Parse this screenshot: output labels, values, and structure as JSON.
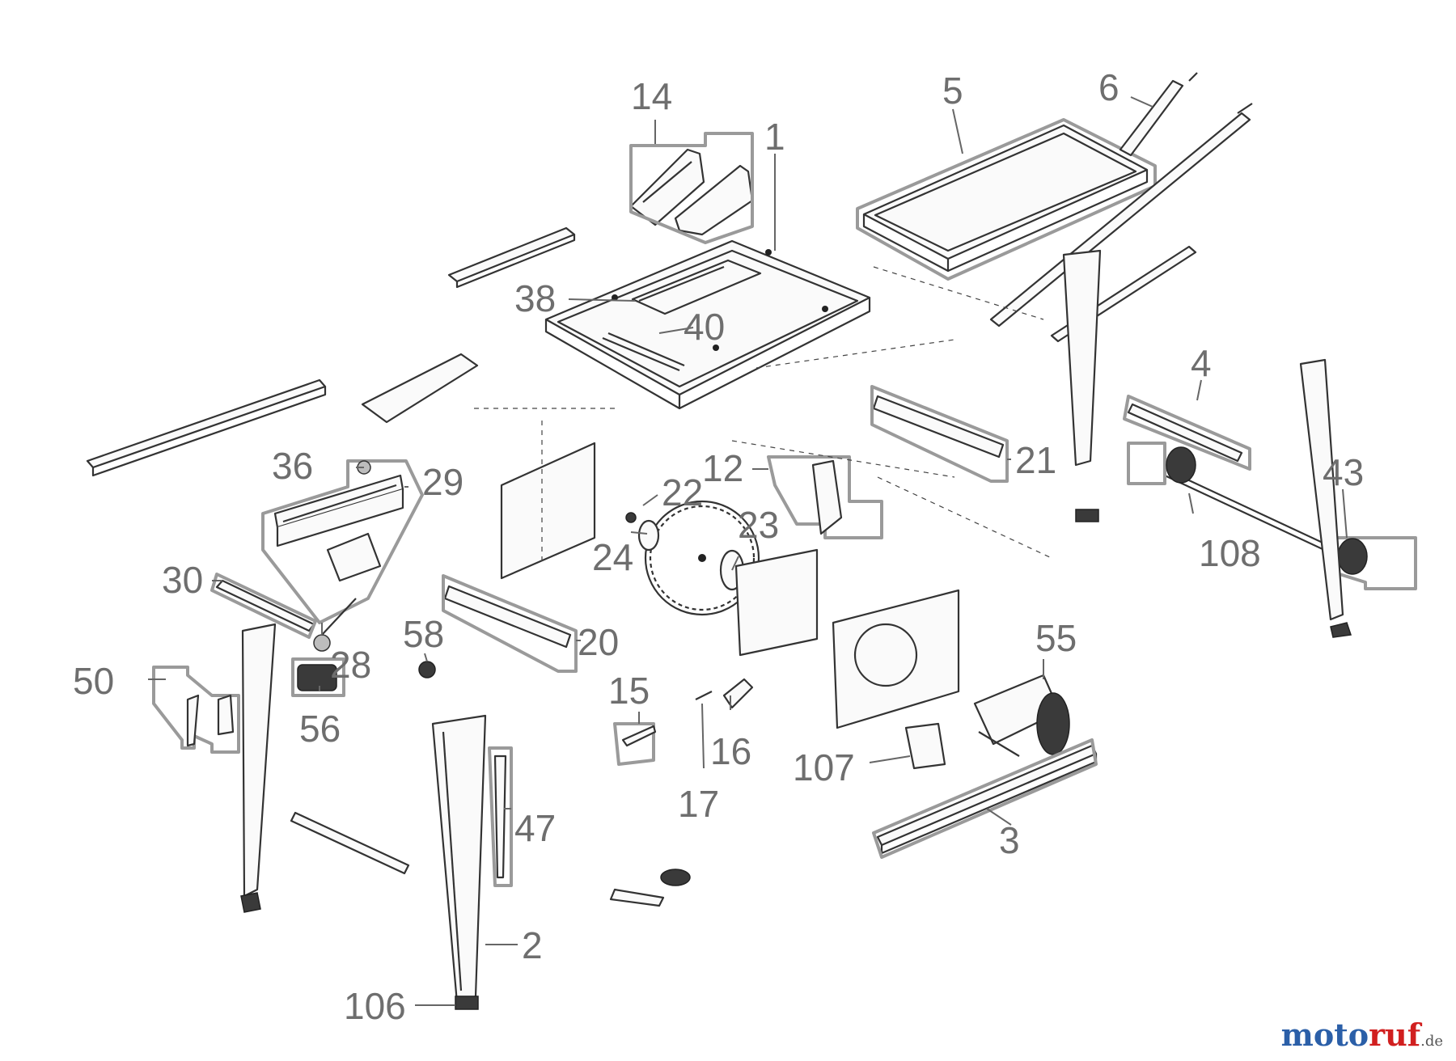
{
  "diagram": {
    "part_numbers": [
      "1",
      "2",
      "3",
      "4",
      "5",
      "6",
      "12",
      "14",
      "15",
      "16",
      "17",
      "20",
      "21",
      "22",
      "23",
      "24",
      "28",
      "29",
      "30",
      "36",
      "38",
      "40",
      "43",
      "47",
      "50",
      "55",
      "56",
      "58",
      "106",
      "107",
      "108"
    ]
  },
  "watermark": {
    "brand_prefix": "moto",
    "brand_accent": "ruf",
    "tld": ".de",
    "prefix_color": "#2b5fa8",
    "accent_color": "#d11f1f"
  }
}
